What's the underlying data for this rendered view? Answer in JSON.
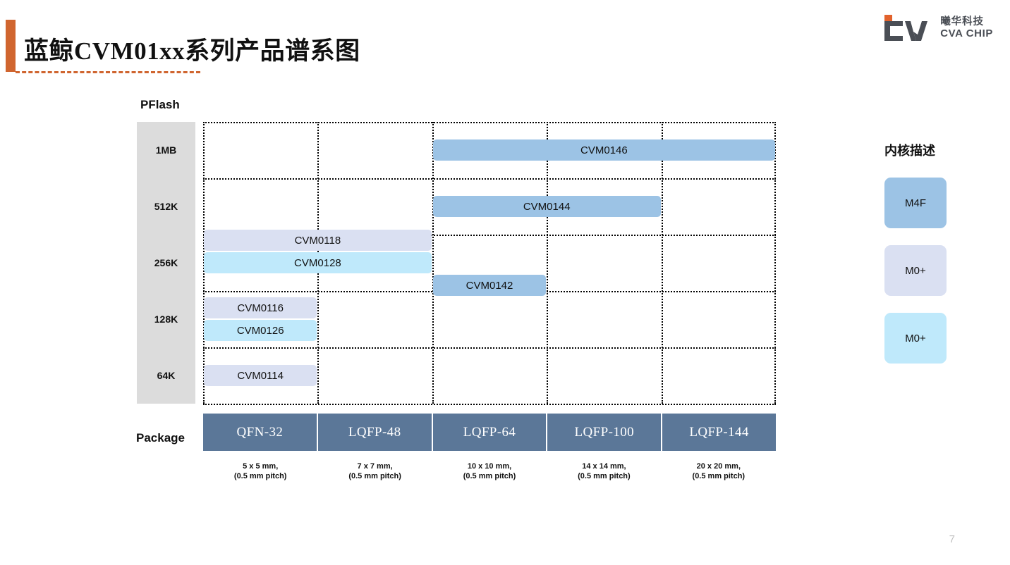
{
  "header": {
    "title": "蓝鲸CVM01xx系列产品谱系图",
    "accent_color": "#D0652F"
  },
  "logo": {
    "name": "cva-chip-logo",
    "cn": "曦华科技",
    "en": "CVA CHIP",
    "mark_color": "#4A4E55",
    "square_color": "#E2622C"
  },
  "axes": {
    "y_caption": "PFlash",
    "x_caption": "Package",
    "y_ticks": [
      "1MB",
      "512K",
      "256K",
      "128K",
      "64K"
    ],
    "y_band_color": "#DCDCDC"
  },
  "packages": [
    {
      "name": "QFN-32",
      "size": "5 x 5 mm,",
      "pitch": "(0.5 mm pitch)"
    },
    {
      "name": "LQFP-48",
      "size": "7 x 7 mm,",
      "pitch": "(0.5 mm pitch)"
    },
    {
      "name": "LQFP-64",
      "size": "10 x 10 mm,",
      "pitch": "(0.5 mm pitch)"
    },
    {
      "name": "LQFP-100",
      "size": "14 x 14 mm,",
      "pitch": "(0.5 mm pitch)"
    },
    {
      "name": "LQFP-144",
      "size": "20 x 20 mm,",
      "pitch": "(0.5 mm pitch)"
    }
  ],
  "legend": {
    "title": "内核描述",
    "items": [
      {
        "label": "M4F",
        "color": "#9CC3E5"
      },
      {
        "label": "M0+",
        "color": "#DAE0F2"
      },
      {
        "label": "M0+",
        "color": "#BFE9FB"
      }
    ]
  },
  "footer": {
    "page_number": "7"
  },
  "chart_data": {
    "type": "bar",
    "title": "蓝鲸CVM01xx系列产品谱系图",
    "xlabel": "Package",
    "ylabel": "PFlash",
    "grid": true,
    "x_categories": [
      "QFN-32",
      "LQFP-48",
      "LQFP-64",
      "LQFP-100",
      "LQFP-144"
    ],
    "y_categories": [
      "1MB",
      "512K",
      "256K",
      "128K",
      "64K"
    ],
    "legend_position": "right",
    "series": [
      {
        "name": "M4F",
        "color": "#9CC3E5"
      },
      {
        "name": "M0+",
        "color": "#DAE0F2"
      },
      {
        "name": "M0+",
        "color": "#BFE9FB"
      }
    ],
    "products": [
      {
        "label": "CVM0146",
        "core": "M4F",
        "flash": "1MB",
        "package_from": "LQFP-64",
        "package_to": "LQFP-144",
        "color": "#9CC3E5"
      },
      {
        "label": "CVM0144",
        "core": "M4F",
        "flash": "512K",
        "package_from": "LQFP-64",
        "package_to": "LQFP-100",
        "color": "#9CC3E5"
      },
      {
        "label": "CVM0118",
        "core": "M0+",
        "flash": "256K",
        "package_from": "QFN-32",
        "package_to": "LQFP-48",
        "color": "#DAE0F2"
      },
      {
        "label": "CVM0128",
        "core": "M0+",
        "flash": "256K",
        "package_from": "QFN-32",
        "package_to": "LQFP-48",
        "color": "#BFE9FB"
      },
      {
        "label": "CVM0142",
        "core": "M4F",
        "flash": "256K",
        "package_from": "LQFP-64",
        "package_to": "LQFP-64",
        "color": "#9CC3E5"
      },
      {
        "label": "CVM0116",
        "core": "M0+",
        "flash": "128K",
        "package_from": "QFN-32",
        "package_to": "QFN-32",
        "color": "#DAE0F2"
      },
      {
        "label": "CVM0126",
        "core": "M0+",
        "flash": "128K",
        "package_from": "QFN-32",
        "package_to": "QFN-32",
        "color": "#BFE9FB"
      },
      {
        "label": "CVM0114",
        "core": "M0+",
        "flash": "64K",
        "package_from": "QFN-32",
        "package_to": "QFN-32",
        "color": "#DAE0F2"
      }
    ]
  }
}
